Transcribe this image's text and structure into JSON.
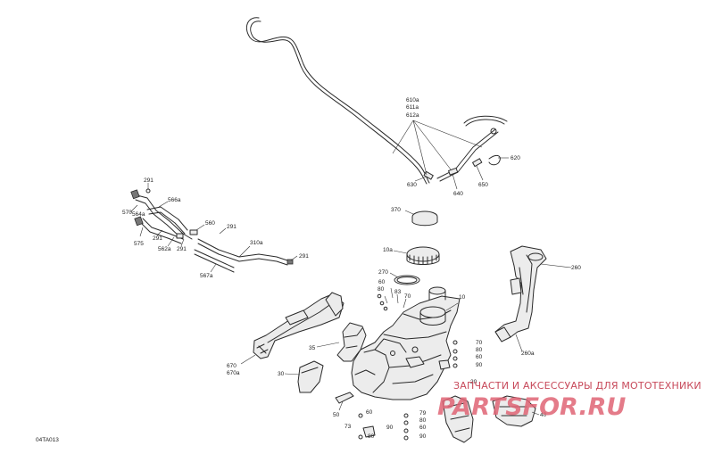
{
  "diagram": {
    "code": "04TA013",
    "labels": {
      "l610a": "610a",
      "l611a": "611a",
      "l612a": "612a",
      "l620": "620",
      "l630": "630",
      "l640": "640",
      "l650": "650",
      "l370": "370",
      "l291a": "291",
      "l570": "570",
      "l564a": "564a",
      "l566a": "566a",
      "l560": "560",
      "l291b": "291",
      "l575": "575",
      "l291c": "291",
      "l562a": "562a",
      "l291d": "291",
      "l310a": "310a",
      "l291e": "291",
      "l567a": "567a",
      "l10a": "10a",
      "l270": "270",
      "l260": "260",
      "l60a": "60",
      "l80a": "80",
      "l83": "83",
      "l70a": "70",
      "l10": "10",
      "l260a": "260a",
      "l35": "35",
      "l70b": "70",
      "l80b": "80",
      "l60b": "60",
      "l90a": "90",
      "l670": "670",
      "l670a": "670a",
      "l30": "30",
      "l50": "50",
      "l20": "20",
      "l79": "79",
      "l80c": "80",
      "l60c": "60",
      "l90b": "90",
      "l40": "40",
      "l60d": "60",
      "l90c": "90",
      "l73": "73",
      "l80d": "80",
      "l60e": "60",
      "l90d": "90"
    }
  },
  "watermark": {
    "text": "ЗАПЧАСТИ И АКСЕССУАРЫ ДЛЯ МОТОТЕХНИКИ",
    "logo": "PARTSFOR.RU",
    "color": "#e06475"
  }
}
